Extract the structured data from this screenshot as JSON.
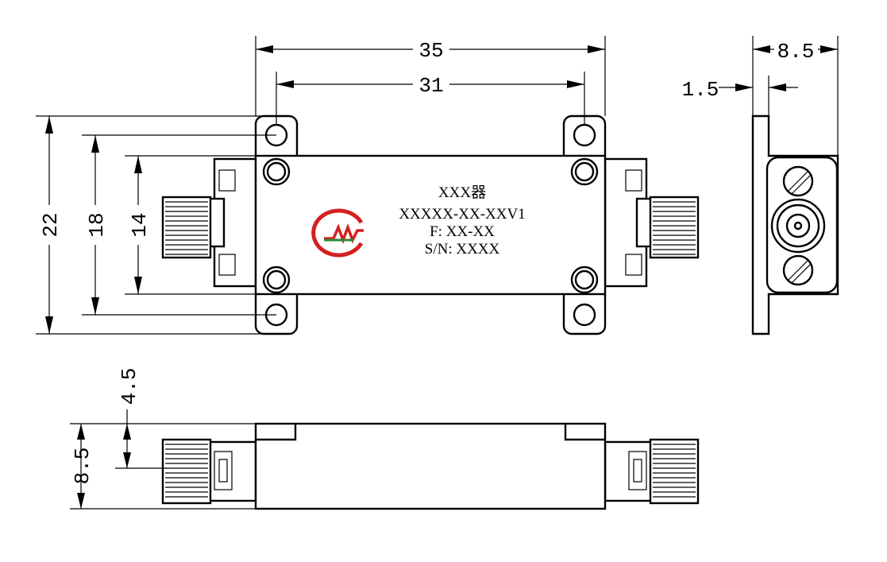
{
  "dimensions": {
    "total_length": "35",
    "hole_pitch_length": "31",
    "side_width": "8.5",
    "flange_thickness": "1.5",
    "total_width": "22",
    "hole_pitch_width": "18",
    "body_width": "14",
    "bottom_height": "8.5",
    "connector_center_height": "4.5"
  },
  "label": {
    "line1": "XXX器",
    "line2": "XXXXX-XX-XXV1",
    "line3": "F: XX-XX",
    "line4": "S/N: XXXX"
  },
  "colors": {
    "line": "#000000",
    "logo_red": "#d42020",
    "logo_green": "#2a8a3a"
  }
}
